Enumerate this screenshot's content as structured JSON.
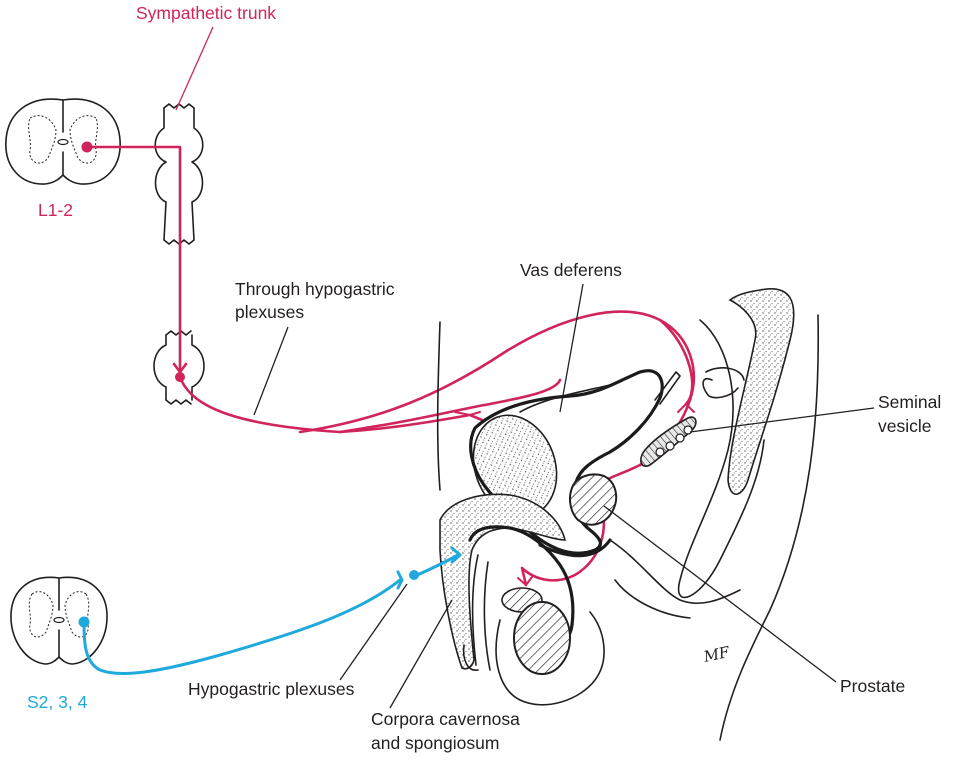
{
  "labels": {
    "sympathetic_trunk": "Sympathetic trunk",
    "l1_2": "L1-2",
    "through_hypogastric_line1": "Through hypogastric",
    "through_hypogastric_line2": "plexuses",
    "vas_deferens": "Vas deferens",
    "seminal_vesicle_line1": "Seminal",
    "seminal_vesicle_line2": "vesicle",
    "prostate": "Prostate",
    "s2_3_4": "S2, 3, 4",
    "hypogastric_plexuses": "Hypogastric plexuses",
    "corpora_line1": "Corpora cavernosa",
    "corpora_line2": "and spongiosum",
    "artist_signature": "MF"
  },
  "colors": {
    "sympathetic": "#d1245a",
    "parasympathetic": "#1fa9dc",
    "ink": "#231f20"
  }
}
